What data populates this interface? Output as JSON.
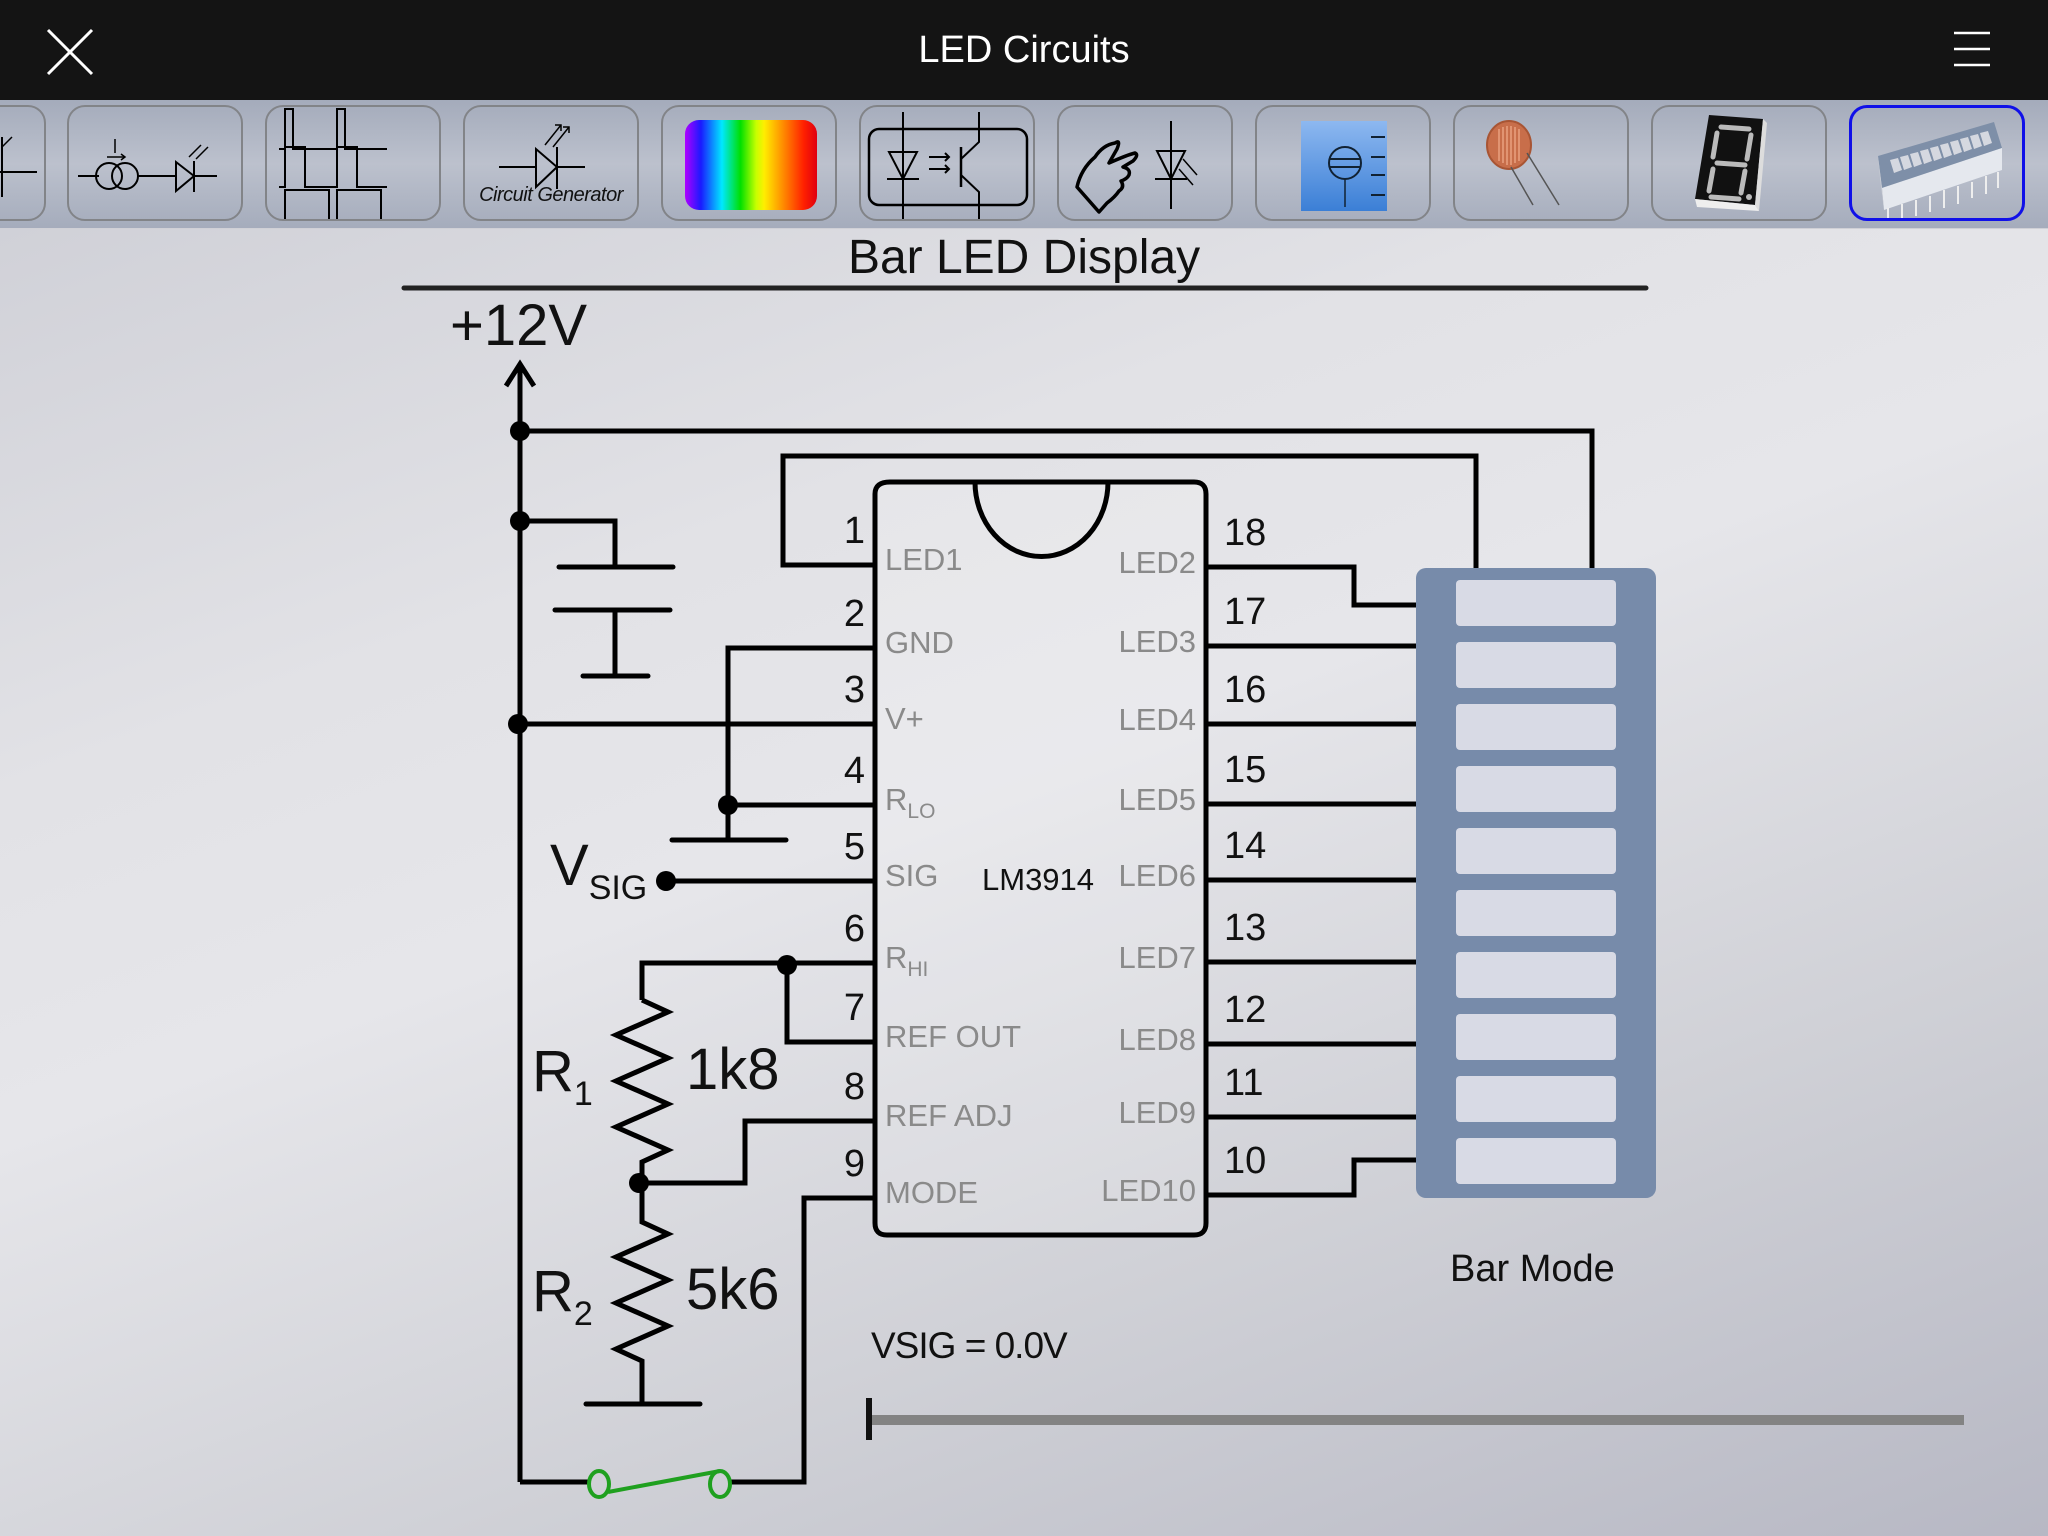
{
  "header": {
    "title": "LED Circuits",
    "close_icon": "close-icon",
    "menu_icon": "hamburger-menu-icon"
  },
  "toolbar": {
    "items": [
      {
        "name": "partial-led-circuit",
        "icon": "led-symbol-icon",
        "selected": false
      },
      {
        "name": "current-source-led",
        "icon": "current-source-led-icon",
        "selected": false
      },
      {
        "name": "pulse-waveforms",
        "icon": "waveform-icon",
        "selected": false
      },
      {
        "name": "circuit-generator",
        "icon": "led-symbol-icon",
        "caption": "Circuit Generator",
        "selected": false
      },
      {
        "name": "led-colors",
        "icon": "color-spectrum-icon",
        "selected": false
      },
      {
        "name": "optocoupler",
        "icon": "optocoupler-icon",
        "selected": false
      },
      {
        "name": "touch-led",
        "icon": "hand-led-icon",
        "selected": false
      },
      {
        "name": "resistor-chart",
        "icon": "resistor-calculator-icon",
        "selected": false
      },
      {
        "name": "light-dependent-resistor",
        "icon": "ldr-icon",
        "selected": false
      },
      {
        "name": "seven-segment-display",
        "icon": "seven-segment-icon",
        "selected": false
      },
      {
        "name": "bar-led-display",
        "icon": "bar-graph-chip-icon",
        "selected": true
      }
    ]
  },
  "diagram": {
    "title": "Bar LED Display",
    "supply_label": "+12V",
    "chip_label": "LM3914",
    "left_pins": [
      {
        "num": "1",
        "name": "LED1",
        "sub": ""
      },
      {
        "num": "2",
        "name": "GND",
        "sub": ""
      },
      {
        "num": "3",
        "name": "V+",
        "sub": ""
      },
      {
        "num": "4",
        "name": "R",
        "sub": "LO"
      },
      {
        "num": "5",
        "name": "SIG",
        "sub": ""
      },
      {
        "num": "6",
        "name": "R",
        "sub": "HI"
      },
      {
        "num": "7",
        "name": "REF OUT",
        "sub": ""
      },
      {
        "num": "8",
        "name": "REF ADJ",
        "sub": ""
      },
      {
        "num": "9",
        "name": "MODE",
        "sub": ""
      }
    ],
    "right_pins": [
      {
        "num": "18",
        "name": "LED2"
      },
      {
        "num": "17",
        "name": "LED3"
      },
      {
        "num": "16",
        "name": "LED4"
      },
      {
        "num": "15",
        "name": "LED5"
      },
      {
        "num": "14",
        "name": "LED6"
      },
      {
        "num": "13",
        "name": "LED7"
      },
      {
        "num": "12",
        "name": "LED8"
      },
      {
        "num": "11",
        "name": "LED9"
      },
      {
        "num": "10",
        "name": "LED10"
      }
    ],
    "vsig_label": {
      "main": "V",
      "sub": "SIG"
    },
    "r1": {
      "label": "R",
      "sub": "1",
      "value": "1k8"
    },
    "r2": {
      "label": "R",
      "sub": "2",
      "value": "5k6"
    },
    "mode_switch": {
      "state": "open",
      "color": "#1fa01f"
    },
    "bar_display": {
      "segments": 10,
      "lit_segments": 0,
      "body_color": "#778baa",
      "segment_color": "#d8dae5"
    },
    "mode_label": "Bar Mode"
  },
  "control": {
    "vsig_readout": "VSIG = 0.0V",
    "slider_value": 0.0,
    "slider_fraction": 0.0
  }
}
